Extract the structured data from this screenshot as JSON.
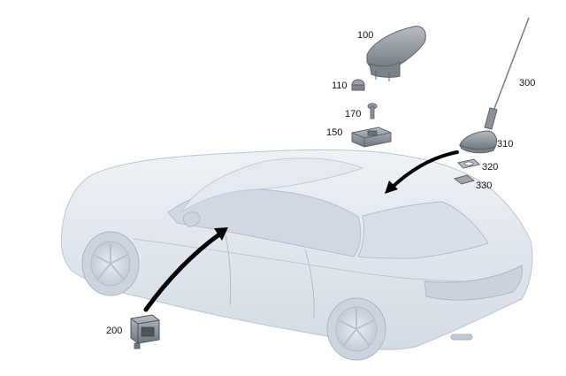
{
  "labels": {
    "p100": "100",
    "p110": "110",
    "p170": "170",
    "p150": "150",
    "p300": "300",
    "p310": "310",
    "p320": "320",
    "p330": "330",
    "p200": "200"
  },
  "colors": {
    "car_body": "#dfe6ee",
    "car_outline": "#b9c4d0",
    "car_dark": "#c7d1dc",
    "part_gray": "#8d949c",
    "part_dark": "#5d636a",
    "arrow": "#000000",
    "label": "#111111"
  }
}
